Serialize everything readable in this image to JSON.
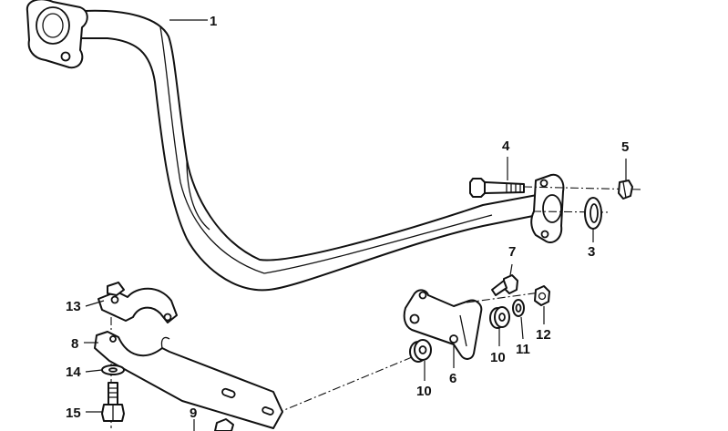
{
  "callouts": {
    "c1": "1",
    "c3": "3",
    "c4": "4",
    "c5": "5",
    "c6": "6",
    "c7": "7",
    "c8": "8",
    "c9": "9",
    "c10a": "10",
    "c10b": "10",
    "c11": "11",
    "c12": "12",
    "c13": "13",
    "c14": "14",
    "c15": "15"
  }
}
